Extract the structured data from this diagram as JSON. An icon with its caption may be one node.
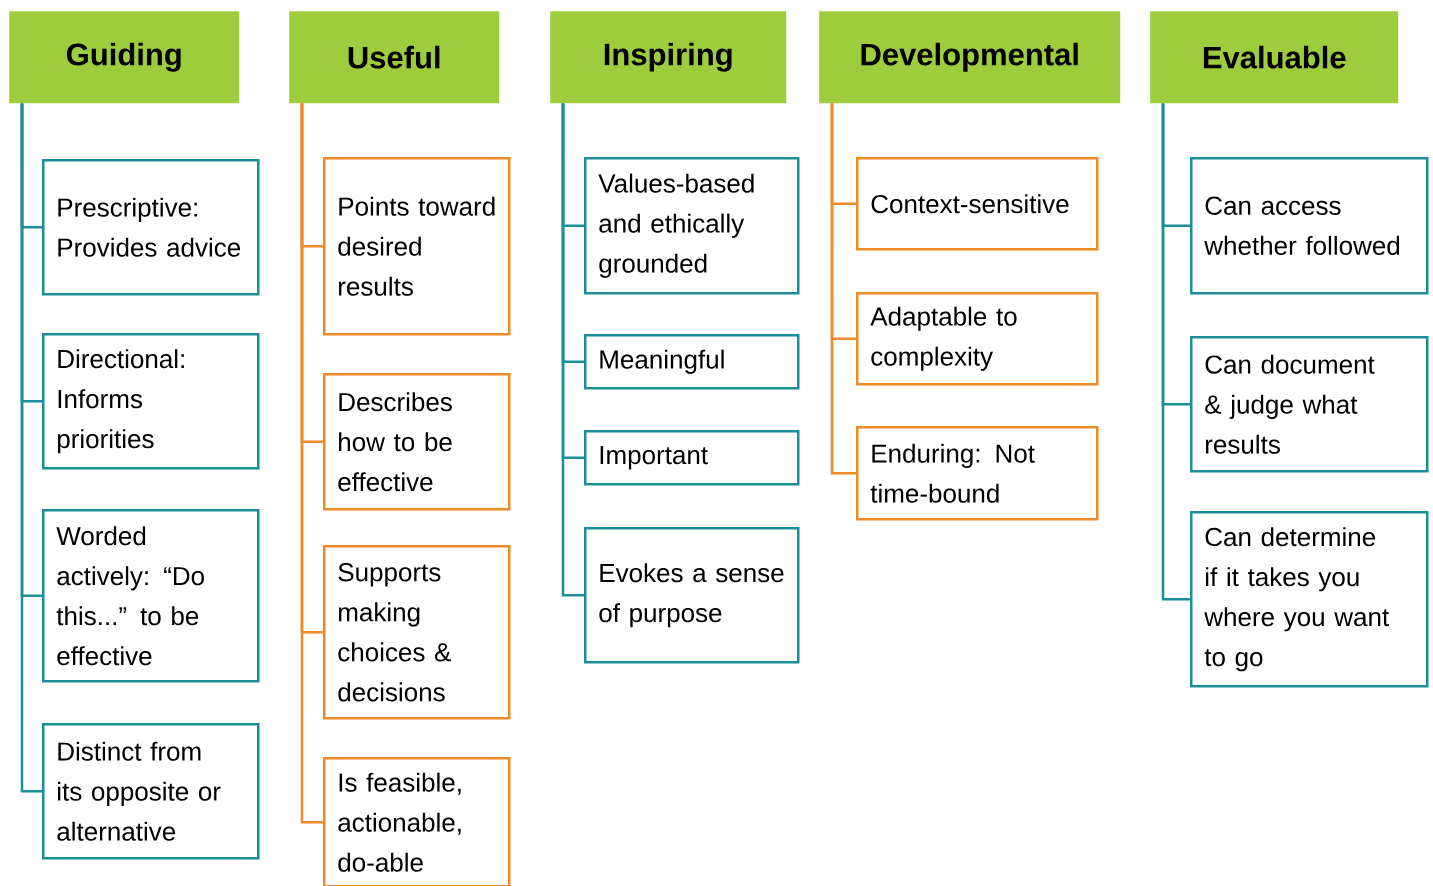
{
  "diagram": {
    "nodes": [
      {
        "text": [
          "Guiding"
        ]
      },
      {
        "text": [
          "Prescriptive: Provides advice"
        ]
      },
      {
        "text": [
          "Directional: Informs priorities"
        ]
      },
      {
        "text": [
          "Worded actively: “Do this...” to be effective"
        ]
      },
      {
        "text": [
          "Distinct from its opposite or alternative"
        ]
      },
      {
        "text": [
          "Useful"
        ]
      },
      {
        "text": [
          "Points toward desired results"
        ]
      },
      {
        "text": [
          "Describes how to be effective"
        ]
      },
      {
        "text": [
          "Supports making choices & decisions"
        ]
      },
      {
        "text": [
          "Is feasible, actionable, do-able"
        ]
      },
      {
        "text": [
          "Inspiring"
        ]
      },
      {
        "text": [
          "Values-based and ethically grounded"
        ]
      },
      {
        "text": [
          "Meaningful"
        ]
      },
      {
        "text": [
          "Important"
        ]
      },
      {
        "text": [
          "Evokes a sense of purpose"
        ]
      },
      {
        "text": [
          "Developmental"
        ]
      },
      {
        "text": [
          "Context-sensitive"
        ]
      },
      {
        "text": [
          "Adaptable to complexity"
        ]
      },
      {
        "text": [
          "Enduring: Not time-bound"
        ]
      },
      {
        "text": [
          "Evaluable"
        ]
      },
      {
        "text": [
          "Can access whether followed"
        ]
      },
      {
        "text": [
          "Can document & judge what results"
        ]
      },
      {
        "text": [
          "Can determine if it takes you where you want to go"
        ]
      }
    ],
    "edges": [
      {
        "from": 0,
        "to": 1,
        "arrow": "none"
      },
      {
        "from": 0,
        "to": 2,
        "arrow": "none"
      },
      {
        "from": 0,
        "to": 3,
        "arrow": "none"
      },
      {
        "from": 0,
        "to": 4,
        "arrow": "none"
      },
      {
        "from": 5,
        "to": 6,
        "arrow": "none",
        "color": "#f08a24"
      },
      {
        "from": 5,
        "to": 7,
        "arrow": "none",
        "color": "#f08a24"
      },
      {
        "from": 5,
        "to": 8,
        "arrow": "none",
        "color": "#f08a24"
      },
      {
        "from": 5,
        "to": 9,
        "arrow": "none",
        "color": "#f08a24"
      },
      {
        "from": 10,
        "to": 11,
        "arrow": "none"
      },
      {
        "from": 10,
        "to": 12,
        "arrow": "none"
      },
      {
        "from": 10,
        "to": 13,
        "arrow": "none"
      },
      {
        "from": 10,
        "to": 14,
        "arrow": "none"
      },
      {
        "from": 15,
        "to": 16,
        "arrow": "none",
        "color": "#f08a24"
      },
      {
        "from": 15,
        "to": 17,
        "arrow": "none",
        "color": "#f08a24"
      },
      {
        "from": 15,
        "to": 18,
        "arrow": "none",
        "color": "#f08a24"
      },
      {
        "from": 19,
        "to": 20,
        "arrow": "none"
      },
      {
        "from": 19,
        "to": 21,
        "arrow": "none"
      },
      {
        "from": 19,
        "to": 22,
        "arrow": "none"
      }
    ]
  }
}
